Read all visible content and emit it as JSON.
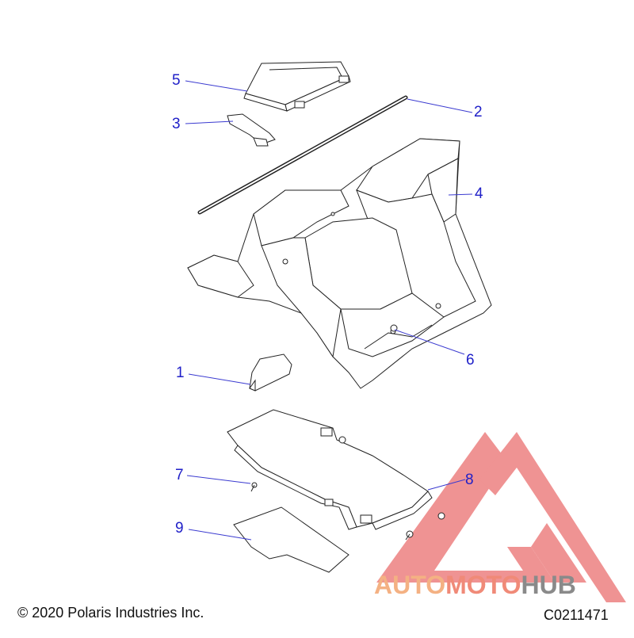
{
  "callouts": [
    {
      "num": "1"
    },
    {
      "num": "2"
    },
    {
      "num": "3"
    },
    {
      "num": "4"
    },
    {
      "num": "5"
    },
    {
      "num": "6"
    },
    {
      "num": "7"
    },
    {
      "num": "8"
    },
    {
      "num": "9"
    }
  ],
  "footer": {
    "copyright": "© 2020 Polaris Industries Inc.",
    "code": "C0211471"
  },
  "watermark": {
    "text_1": "AUTO",
    "text_2": "MOTO",
    "text_3": "HUB"
  },
  "colors": {
    "callout": "#2020c8",
    "line": "#222222",
    "leader": "#3a3ad0",
    "watermark_red": "#e23b3b",
    "watermark_orange": "#f4b183",
    "watermark_gray": "#8a8a8a"
  }
}
